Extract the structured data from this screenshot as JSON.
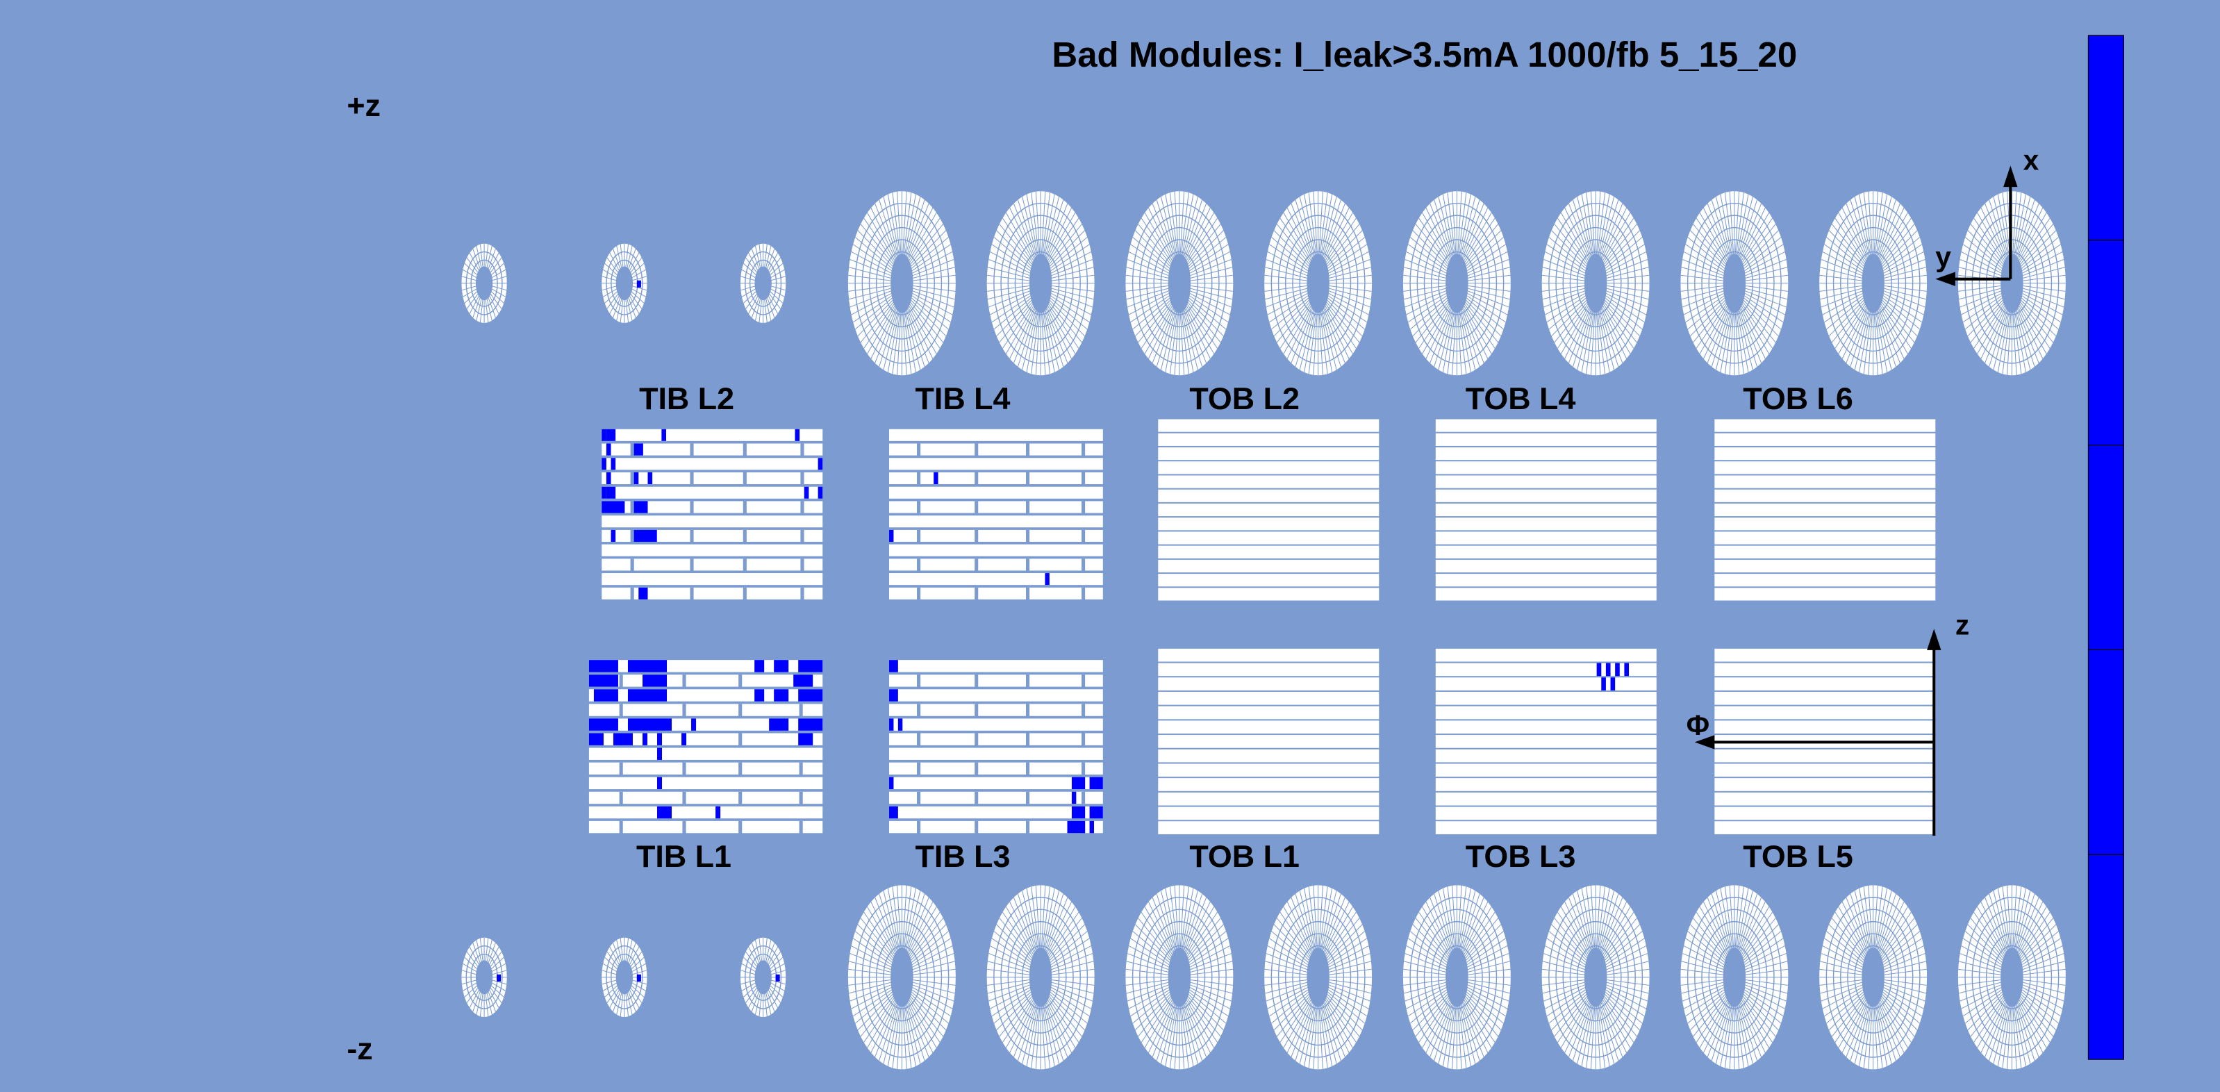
{
  "title": "Bad Modules: I_leak>3.5mA 1000/fb 5_15_20",
  "side_labels": {
    "plus_z": "+z",
    "minus_z": "-z"
  },
  "axes": {
    "x": "x",
    "y": "y",
    "z": "z",
    "phi": "Φ"
  },
  "colors": {
    "background": "#7b9bd1",
    "module": "#ffffff",
    "bad": "#0000ff",
    "palette_bar": "#0000ff"
  },
  "barrel_top_labels": [
    "TIB L2",
    "TIB L4",
    "TOB L2",
    "TOB L4",
    "TOB L6"
  ],
  "barrel_bottom_labels": [
    "TIB L1",
    "TIB L3",
    "TOB L1",
    "TOB L3",
    "TOB L5"
  ],
  "bad_modules": {
    "TIB L2": [
      [
        0,
        0,
        1
      ],
      [
        0,
        1,
        2
      ],
      [
        0,
        2,
        3
      ],
      [
        0,
        13,
        14
      ],
      [
        0,
        42,
        43
      ],
      [
        1,
        1,
        2
      ],
      [
        1,
        7,
        9
      ],
      [
        2,
        0,
        1
      ],
      [
        2,
        2,
        3
      ],
      [
        2,
        47,
        48
      ],
      [
        3,
        1,
        2
      ],
      [
        3,
        7,
        8
      ],
      [
        3,
        10,
        11
      ],
      [
        4,
        0,
        1
      ],
      [
        4,
        1,
        2
      ],
      [
        4,
        2,
        3
      ],
      [
        4,
        44,
        45
      ],
      [
        4,
        47,
        48
      ],
      [
        5,
        0,
        5
      ],
      [
        5,
        7,
        10
      ],
      [
        7,
        2,
        3
      ],
      [
        7,
        7,
        12
      ],
      [
        11,
        8,
        10
      ]
    ],
    "TIB L4": [
      [
        3,
        10,
        11
      ],
      [
        7,
        0,
        1
      ],
      [
        10,
        35,
        36
      ]
    ],
    "TIB L1": [
      [
        0,
        0,
        6
      ],
      [
        0,
        8,
        16
      ],
      [
        0,
        34,
        36
      ],
      [
        0,
        38,
        41
      ],
      [
        0,
        43,
        48
      ],
      [
        1,
        0,
        6
      ],
      [
        1,
        11,
        16
      ],
      [
        1,
        42,
        46
      ],
      [
        2,
        1,
        6
      ],
      [
        2,
        8,
        16
      ],
      [
        2,
        34,
        36
      ],
      [
        2,
        38,
        41
      ],
      [
        2,
        43,
        48
      ],
      [
        4,
        0,
        6
      ],
      [
        4,
        8,
        17
      ],
      [
        4,
        21,
        22
      ],
      [
        4,
        37,
        41
      ],
      [
        4,
        43,
        48
      ],
      [
        5,
        0,
        3
      ],
      [
        5,
        5,
        9
      ],
      [
        5,
        11,
        12
      ],
      [
        5,
        14,
        15
      ],
      [
        5,
        19,
        20
      ],
      [
        5,
        43,
        46
      ],
      [
        6,
        14,
        15
      ],
      [
        8,
        14,
        15
      ],
      [
        10,
        14,
        17
      ],
      [
        10,
        26,
        27
      ]
    ],
    "TIB L3": [
      [
        0,
        0,
        2
      ],
      [
        2,
        0,
        2
      ],
      [
        4,
        0,
        1
      ],
      [
        4,
        2,
        3
      ],
      [
        8,
        0,
        1
      ],
      [
        8,
        41,
        44
      ],
      [
        8,
        45,
        48
      ],
      [
        9,
        41,
        42
      ],
      [
        10,
        0,
        2
      ],
      [
        10,
        41,
        44
      ],
      [
        10,
        45,
        48
      ],
      [
        11,
        40,
        44
      ],
      [
        11,
        45,
        46
      ]
    ],
    "TOB L3": [
      [
        1,
        35,
        36
      ],
      [
        1,
        37,
        38
      ],
      [
        1,
        39,
        40
      ],
      [
        1,
        41,
        42
      ],
      [
        2,
        36,
        37
      ],
      [
        2,
        38,
        39
      ]
    ],
    "TOB L1": [],
    "TOB L2": [],
    "TOB L4": [],
    "TOB L5": [],
    "TOB L6": []
  },
  "bad_disks": [
    {
      "side": "plus",
      "index": 1
    },
    {
      "side": "minus",
      "index": 0
    },
    {
      "side": "minus",
      "index": 1
    },
    {
      "side": "minus",
      "index": 2
    }
  ],
  "palette_segments": 5
}
